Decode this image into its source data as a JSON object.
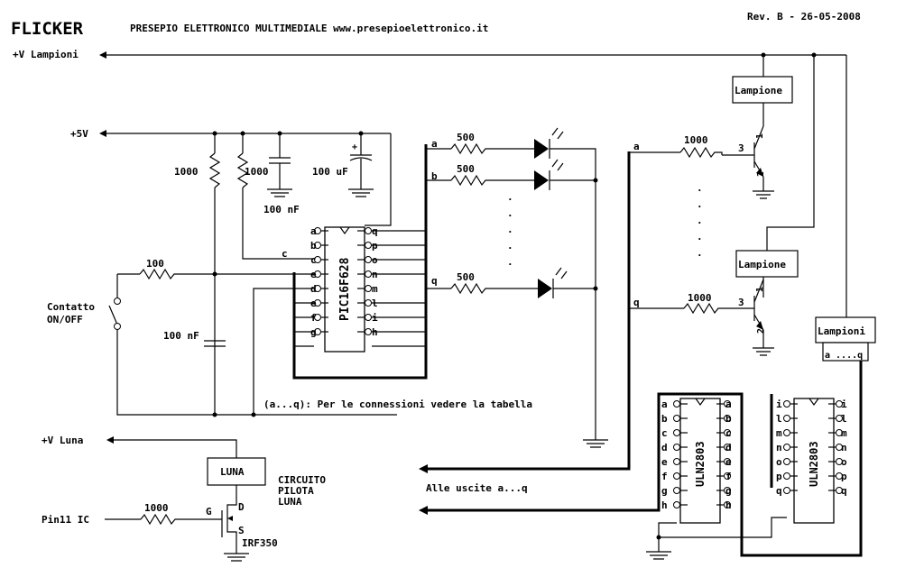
{
  "header": {
    "title": "FLICKER",
    "subtitle": "PRESEPIO ELETTRONICO MULTIMEDIALE www.presepioelettronico.it",
    "revision": "Rev. B - 26-05-2008"
  },
  "rails": {
    "v_lampioni": "+V Lampioni",
    "v5": "+5V",
    "v_luna": "+V Luna",
    "pin11": "Pin11 IC"
  },
  "components": {
    "r1000_a": "1000",
    "r1000_b": "1000",
    "c100nf_top": "100 nF",
    "c100uf": "100 uF",
    "cap_plus": "+",
    "r100": "100",
    "switch_label_1": "Contatto",
    "switch_label_2": "ON/OFF",
    "c100nf_bottom": "100 nF",
    "pic": "PIC16F628",
    "r500_a": "500",
    "r500_b": "500",
    "r500_q": "500",
    "tr_r_a": "1000",
    "tr_r_q": "1000",
    "lampione_1": "Lampione",
    "lampione_2": "Lampione",
    "lampioni_box": "Lampioni",
    "lampioni_range": "a ....q",
    "uln_1": "ULN2803",
    "uln_2": "ULN2803",
    "luna_box": "LUNA",
    "luna_desc_1": "CIRCUITO",
    "luna_desc_2": "PILOTA",
    "luna_desc_3": "LUNA",
    "r1000_luna": "1000",
    "mosfet": "IRF350",
    "pin_g": "G",
    "pin_d": "D",
    "pin_s": "S",
    "bjt_pin2_a": "2",
    "bjt_pin3_a": "3",
    "bjt_pin1_a": "1",
    "bjt_pin2_q": "2",
    "bjt_pin3_q": "3",
    "bjt_pin1_q": "1"
  },
  "pic_pins_left": [
    "a",
    "b",
    "c",
    "e",
    "d",
    "e",
    "f",
    "g"
  ],
  "pic_pins_right": [
    "q",
    "p",
    "o",
    "n",
    "m",
    "l",
    "i",
    "h"
  ],
  "led_bus_labels": {
    "a": "a",
    "b": "b",
    "q": "q"
  },
  "tr_bus_labels": {
    "a": "a",
    "q": "q"
  },
  "pin_c_label": "c",
  "uln1_left": [
    "a",
    "b",
    "c",
    "d",
    "e",
    "f",
    "g",
    "h"
  ],
  "uln1_right": [
    "a",
    "b",
    "c",
    "d",
    "e",
    "f",
    "g",
    "h"
  ],
  "uln2_left": [
    "i",
    "l",
    "m",
    "n",
    "o",
    "p",
    "q"
  ],
  "uln2_right": [
    "i",
    "l",
    "m",
    "n",
    "o",
    "p",
    "q"
  ],
  "notes": {
    "table_note": "(a...q): Per le connessioni vedere la tabella",
    "outputs": "Alle uscite a...q"
  },
  "ellipsis_dot": "."
}
